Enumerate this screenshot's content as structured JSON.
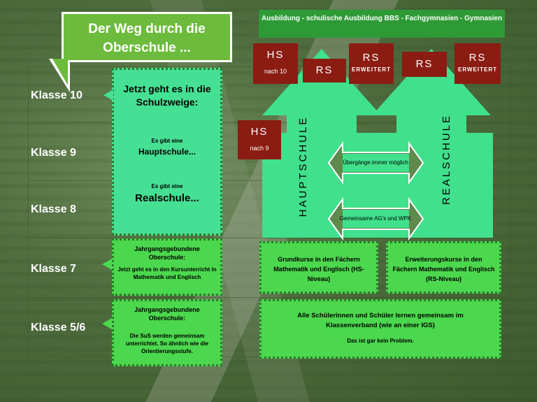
{
  "title": "Der Weg durch die Oberschule ...",
  "ausbildung": "Ausbildung - schulische Ausbildung BBS - Fachgymnasien - Gymnasien",
  "klassen": [
    "Klasse 10",
    "Klasse 9",
    "Klasse 8",
    "Klasse 7",
    "Klasse 5/6"
  ],
  "abschluesse": {
    "hs10": {
      "big": "HS",
      "small": "nach 10"
    },
    "rs1": {
      "big": "RS"
    },
    "rs_erw1": {
      "big": "RS",
      "small": "ERWEITERT"
    },
    "rs2": {
      "big": "RS"
    },
    "rs_erw2": {
      "big": "RS",
      "small": "ERWEITERT"
    },
    "hs9": {
      "big": "HS",
      "small": "nach 9"
    }
  },
  "schulzweige": {
    "heading": "Jetzt geht es in die Schulzweige:",
    "hs_intro": "Es gibt eine",
    "hs_name": "Hauptschule...",
    "rs_intro": "Es gibt eine",
    "rs_name": "Realschule..."
  },
  "arrows": {
    "hauptschule": "HAUPTSCHULE",
    "realschule": "REALSCHULE",
    "uebergaenge": "Übergänge immer möglich",
    "gemeinsame": "Gemeinsame AG's und WPK"
  },
  "klasse7": {
    "title": "Jahrgangsgebundene Oberschule:",
    "text": "Jetzt geht es in den Kursunterricht in Mathematik und Englisch",
    "grundkurse": "Grundkurse in den Fächern Mathematik und Englisch (HS-Niveau)",
    "erweiterungskurse": "Erweiterungskurse in den Fächern Mathematik und Englisch (RS-Niveau)"
  },
  "klasse56": {
    "title": "Jahrgangsgebundene Oberschule:",
    "text": "Die SuS werden gemeinsam unterrichtet. So ähnlich wie die Orientierungsstufe.",
    "gemeinsam": "Alle Schülerinnen und Schüler lernen gemeinsam im Klassenverband (wie an einer IGS)",
    "kein_problem": "Das ist gar kein Problem."
  },
  "colors": {
    "dark_red": "#8b1c12",
    "arrow_green": "#40e08c",
    "box_green": "#4cd84e",
    "title_green": "#6dbb3c"
  }
}
